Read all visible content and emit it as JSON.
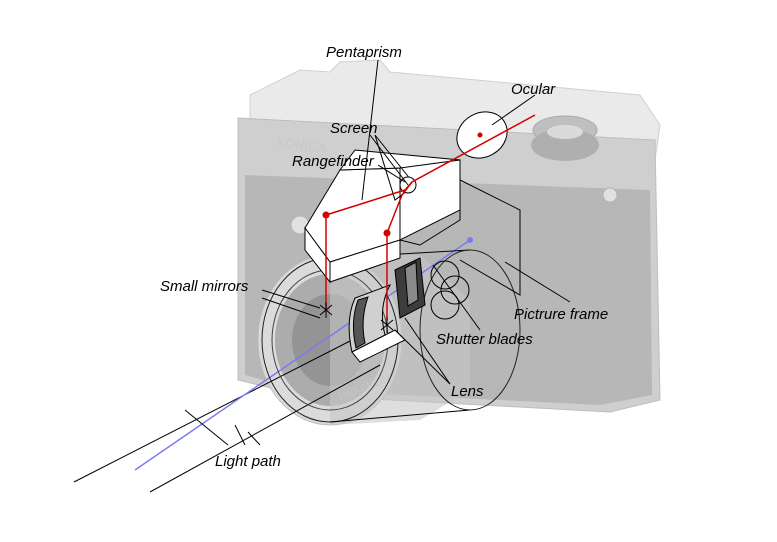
{
  "labels": {
    "pentaprism": "Pentaprism",
    "ocular": "Ocular",
    "screen": "Screen",
    "rangefinder": "Rangefinder",
    "small_mirrors": "Small mirrors",
    "picture_frame": "Pictrure frame",
    "shutter_blades": "Shutter blades",
    "lens": "Lens",
    "light_path": "Light path"
  },
  "camera": {
    "brand_text": "KONICA",
    "lens_text": "HEXANON"
  },
  "colors": {
    "red_path": "#d40000",
    "blue_path": "#7b7bf0",
    "line": "#000000",
    "camera_body": "#b8b8b8",
    "camera_dark": "#7a7a7a",
    "camera_light": "#dcdcdc"
  }
}
